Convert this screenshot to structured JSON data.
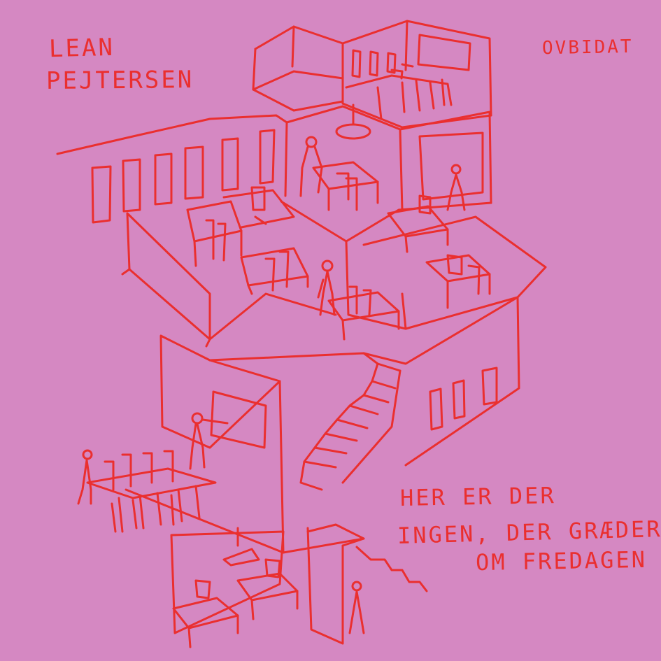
{
  "colors": {
    "background": "#d588c2",
    "ink": "#ea2f2f"
  },
  "artist": {
    "line1": "LEAN",
    "line2": "PEJTERSEN"
  },
  "album": {
    "title": "OVBIDAT"
  },
  "slogan": {
    "line1": "HER ER DER",
    "line2": "INGEN, DER GRÆDER",
    "line3": "OM FREDAGEN"
  }
}
